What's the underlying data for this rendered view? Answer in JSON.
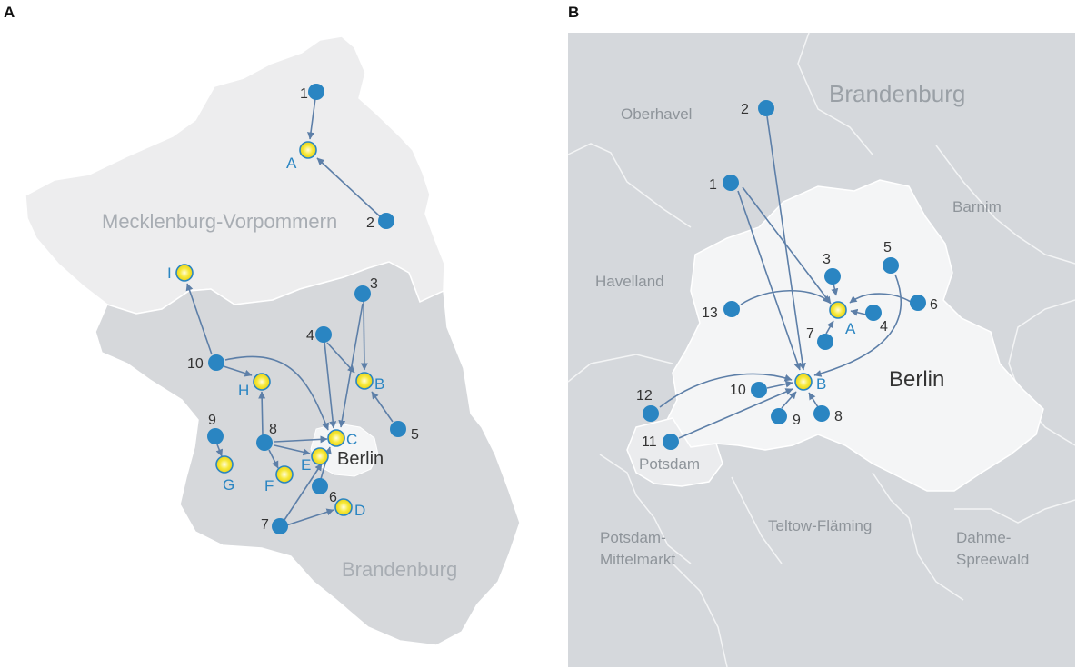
{
  "panel_a": {
    "label": "A",
    "regions": {
      "mv": "Mecklenburg-Vorpommern",
      "brandenburg": "Brandenburg",
      "berlin": "Berlin"
    },
    "sources": [
      "1",
      "2",
      "3",
      "4",
      "5",
      "6",
      "7",
      "8",
      "9",
      "10"
    ],
    "sites": [
      "A",
      "B",
      "C",
      "D",
      "E",
      "F",
      "G",
      "H",
      "I"
    ]
  },
  "panel_b": {
    "label": "B",
    "regions": {
      "brandenburg": "Brandenburg",
      "oberhavel": "Oberhavel",
      "barnim": "Barnim",
      "havelland": "Havelland",
      "berlin": "Berlin",
      "potsdam": "Potsdam",
      "potsdam_mittelmark_1": "Potsdam-",
      "potsdam_mittelmark_2": "Mittelmarkt",
      "teltow": "Teltow-Fläming",
      "dahme_1": "Dahme-",
      "dahme_2": "Spreewald"
    },
    "sources": [
      "1",
      "2",
      "3",
      "4",
      "5",
      "6",
      "7",
      "8",
      "9",
      "10",
      "11",
      "12",
      "13"
    ],
    "sites": [
      "A",
      "B"
    ]
  },
  "colors": {
    "source": "#2a85c2",
    "site_fill": "#f7e93a",
    "site_ring": "#2a85c2",
    "arrow": "#5d7fa8",
    "mv_land": "#ededee",
    "brandenburg_land": "#d6d8db",
    "berlin_land": "#f4f5f6",
    "panel_b_bg": "#d5d8dc"
  }
}
